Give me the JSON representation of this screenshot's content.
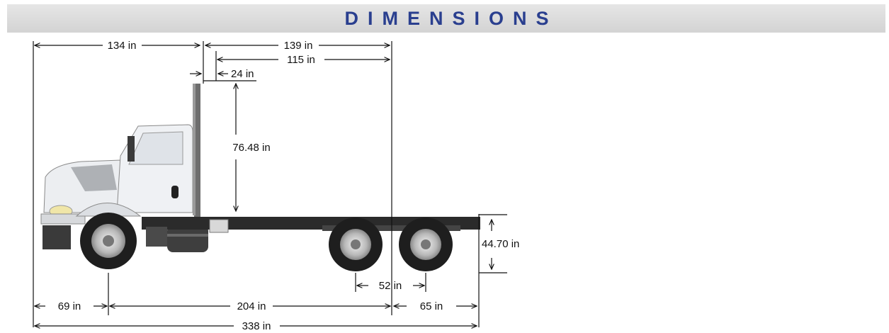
{
  "header": {
    "title": "DIMENSIONS"
  },
  "dimensions": {
    "cab_front_to_back": "134 in",
    "back_of_cab_to_axle_a": "139 in",
    "back_of_cab_to_axle_b": "115 in",
    "cab_to_exhaust": "24 in",
    "exhaust_height_above_frame": "76.48 in",
    "frame_height": "44.70 in",
    "tandem_spread": "52 in",
    "front_overhang": "69 in",
    "wheelbase": "204 in",
    "rear_overhang": "65 in",
    "overall_length": "338 in"
  },
  "colors": {
    "banner_text": "#2a3f8f",
    "line": "#111111",
    "frame": "#2b2b2b",
    "cab": "#e9ecef",
    "tire": "#1e1e1e"
  }
}
